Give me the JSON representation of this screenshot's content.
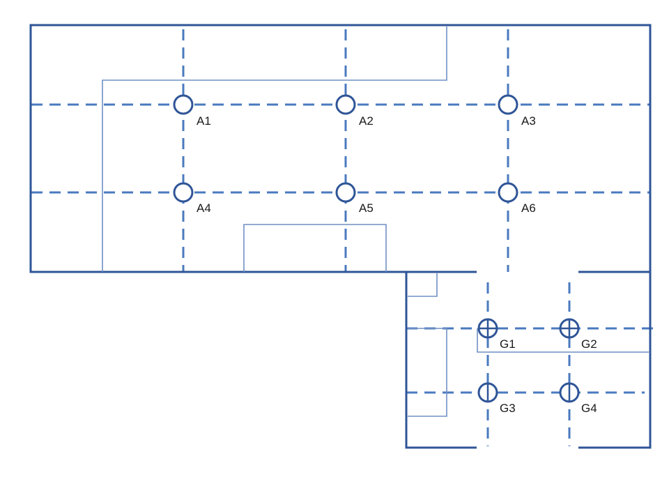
{
  "colors": {
    "wall": "#2f5597",
    "inner": "#6f8fc4",
    "grid": "#4a7abf",
    "label": "#1a1a1a"
  },
  "columns": [
    {
      "id": "A1",
      "label": "A1",
      "style": "open-circle"
    },
    {
      "id": "A2",
      "label": "A2",
      "style": "open-circle"
    },
    {
      "id": "A3",
      "label": "A3",
      "style": "open-circle"
    },
    {
      "id": "A4",
      "label": "A4",
      "style": "open-circle"
    },
    {
      "id": "A5",
      "label": "A5",
      "style": "open-circle"
    },
    {
      "id": "A6",
      "label": "A6",
      "style": "open-circle"
    },
    {
      "id": "G1",
      "label": "G1",
      "style": "crossed-circle"
    },
    {
      "id": "G2",
      "label": "G2",
      "style": "crossed-circle"
    },
    {
      "id": "G3",
      "label": "G3",
      "style": "vertical-bar-circle"
    },
    {
      "id": "G4",
      "label": "G4",
      "style": "vertical-bar-circle"
    }
  ]
}
